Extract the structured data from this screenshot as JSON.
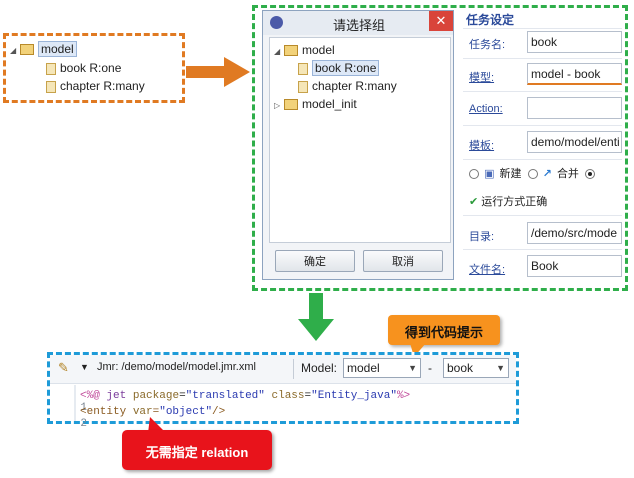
{
  "left_tree": {
    "root": "model",
    "children": [
      "book R:one",
      "chapter R:many"
    ]
  },
  "dialog": {
    "title": "请选择组",
    "close": "✕",
    "tree": {
      "root": "model",
      "children": [
        "book R:one",
        "chapter R:many"
      ],
      "collapsed": "model_init"
    },
    "ok": "确定",
    "cancel": "取消"
  },
  "panel": {
    "header": "任务设定",
    "task_label": "任务名:",
    "task_value": "book",
    "model_label": "模型:",
    "model_value": "model - book",
    "action_label": "Action:",
    "action_value": "",
    "template_label": "模板:",
    "template_value": "demo/model/enti",
    "radio_new": "新建",
    "radio_merge": "合并",
    "run_ok": "运行方式正确",
    "dir_label": "目录:",
    "dir_value": "/demo/src/mode",
    "filename_label": "文件名:",
    "filename_value": "Book"
  },
  "editor": {
    "path": "Jmr: /demo/model/model.jmr.xml",
    "model_label": "Model:",
    "model_select": "model",
    "dash": "-",
    "sub_select": "book",
    "lines": [
      {
        "num": "1",
        "text": "<%@ jet package=\"translated\" class=\"Entity_java\"%>"
      },
      {
        "num": "2",
        "text": "<entity var=\"object\"/>"
      }
    ]
  },
  "callouts": {
    "hint": "得到代码提示",
    "relation": "无需指定 relation"
  },
  "colors": {
    "orange": "#e07a22",
    "green": "#2fae4a",
    "blue": "#1e9bd8",
    "red": "#e8131b",
    "callout_orange": "#f7921e"
  }
}
